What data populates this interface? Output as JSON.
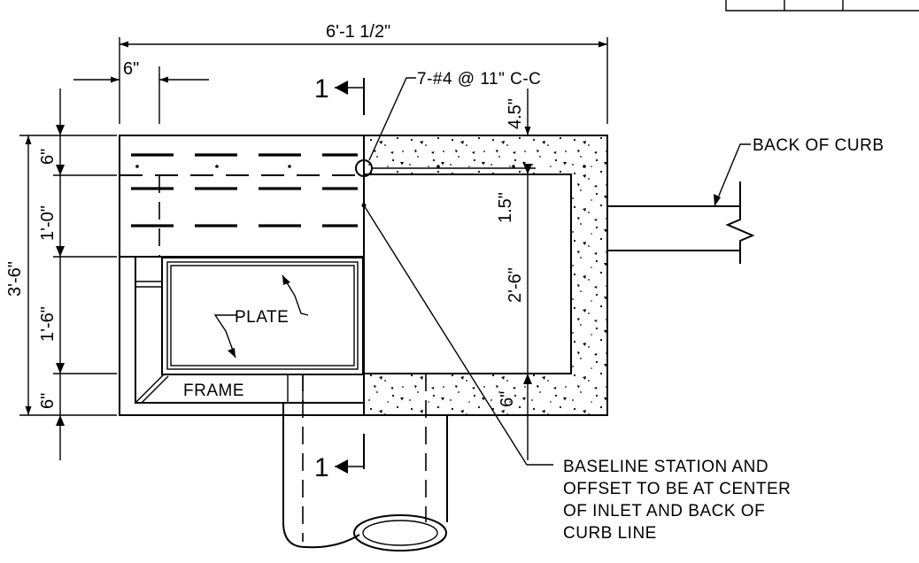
{
  "dimensions": {
    "overall_width": "6'-1 1/2\"",
    "left_offset": "6\"",
    "top_cover": "4.5\"",
    "overall_height": "3'-6\"",
    "top_band": "6\"",
    "second_band": "1'-0\"",
    "third_band": "1'-6\"",
    "bottom_band": "6\"",
    "inner_height": "2'-6\"",
    "bar_cover": "1.5\"",
    "bottom_right": "6\""
  },
  "labels": {
    "rebar": "7-#4 @ 11\" C-C",
    "back_of_curb": "BACK OF CURB",
    "plate": "PLATE",
    "frame": "FRAME",
    "section_mark": "1",
    "note_lines": [
      "BASELINE STATION AND",
      "OFFSET TO BE AT CENTER",
      "OF INLET AND BACK OF",
      "CURB LINE"
    ]
  }
}
